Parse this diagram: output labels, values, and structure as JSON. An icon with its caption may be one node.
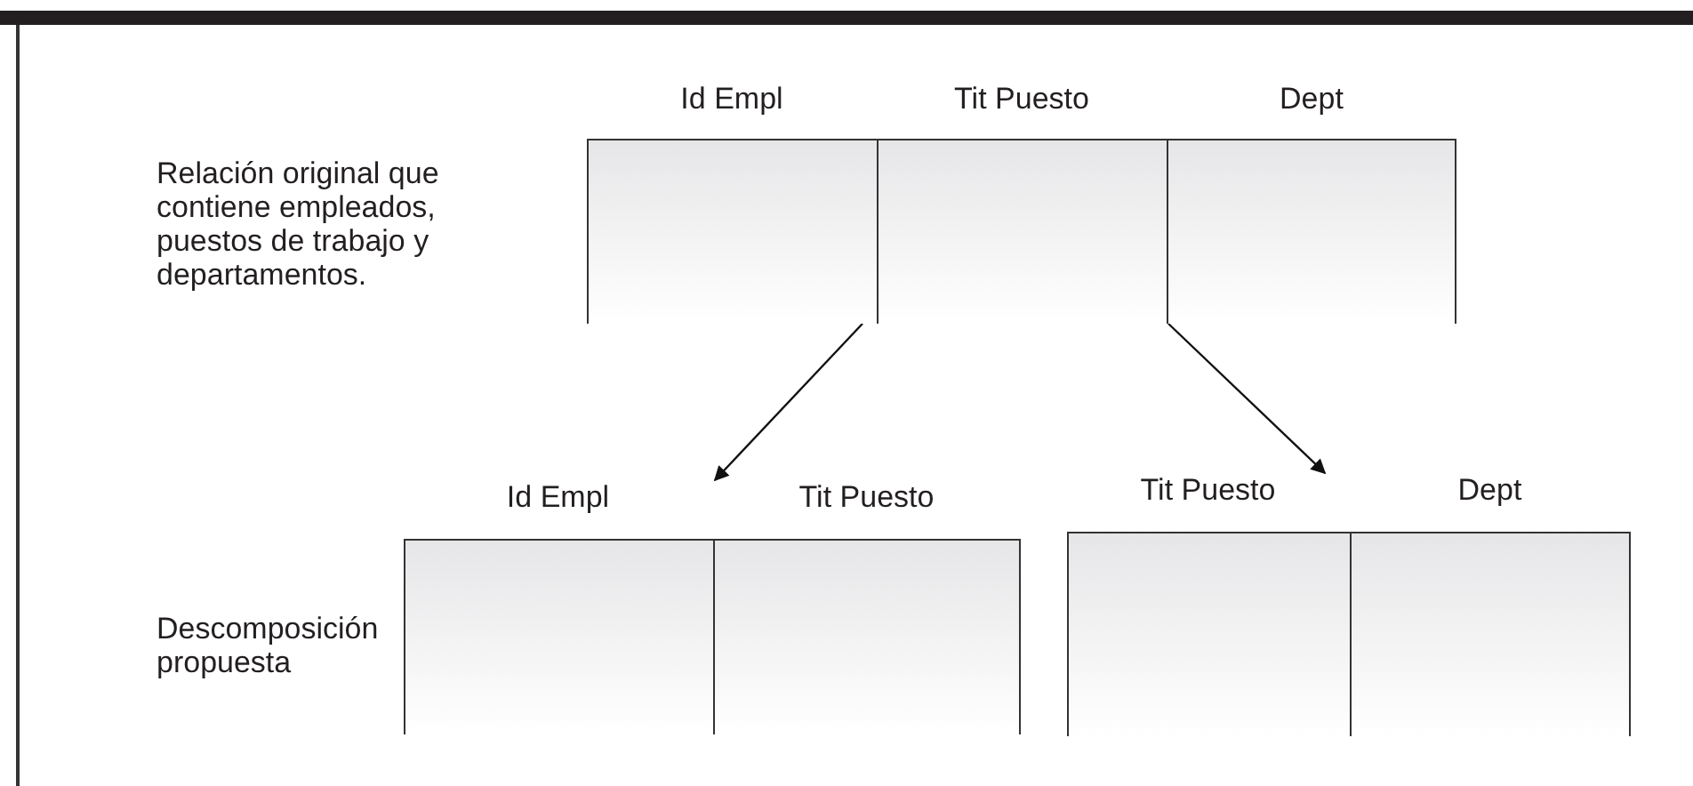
{
  "diagram": {
    "nodes": [
      {
        "text": [],
        "shape": "box"
      },
      {
        "text": [
          "Id Empl"
        ],
        "in": 0
      },
      {
        "text": [
          "Tit Puesto"
        ],
        "in": 0
      },
      {
        "text": [
          "Dept"
        ],
        "in": 0
      },
      {
        "text": [],
        "shape": "box"
      },
      {
        "text": [
          "Id Empl"
        ],
        "in": 4
      },
      {
        "text": [
          "Tit Puesto"
        ],
        "in": 4
      },
      {
        "text": [],
        "shape": "box"
      },
      {
        "text": [
          "Tit Puesto"
        ],
        "in": 7
      },
      {
        "text": [
          "Dept"
        ],
        "in": 7
      }
    ],
    "edges": [
      {
        "from": 0,
        "to": 4,
        "arrow": "to"
      },
      {
        "from": 0,
        "to": 7,
        "arrow": "to"
      }
    ],
    "labels": [
      "Relación original que contiene empleados, puestos de trabajo y departamentos.",
      "Descomposición propuesta"
    ]
  }
}
